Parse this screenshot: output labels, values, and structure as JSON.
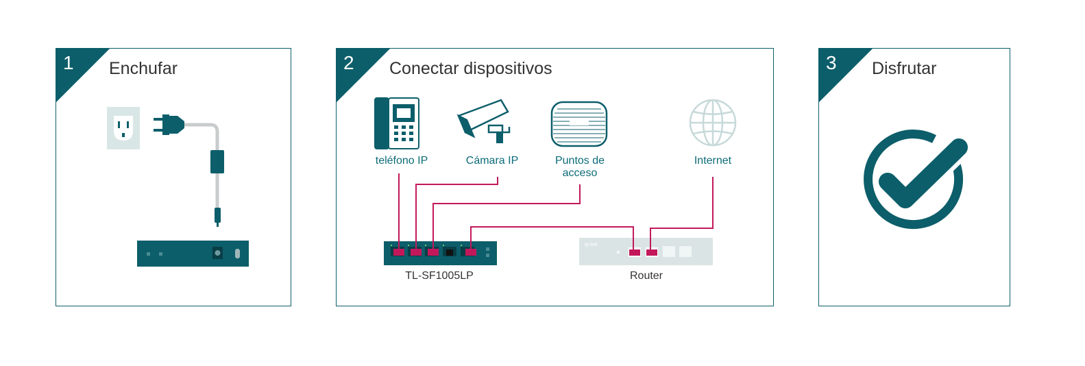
{
  "steps": [
    {
      "number": "1",
      "title": "Enchufar"
    },
    {
      "number": "2",
      "title": "Conectar dispositivos"
    },
    {
      "number": "3",
      "title": "Disfrutar"
    }
  ],
  "devices": {
    "phone": "teléfono IP",
    "camera": "Cámara IP",
    "access_point": "Puntos de acceso",
    "internet": "Internet",
    "switch": "TL-SF1005LP",
    "router": "Router",
    "router_logo": "tp-link"
  },
  "icons": {
    "step1": [
      "wall-outlet-icon",
      "power-plug-icon",
      "switch-device-icon"
    ],
    "step2": [
      "ip-phone-icon",
      "ip-camera-icon",
      "access-point-icon",
      "globe-icon",
      "switch-device-icon",
      "router-device-icon"
    ],
    "step3": [
      "checkmark-circle-icon"
    ]
  },
  "colors": {
    "teal": "#0c5e6a",
    "teal_light": "#0c6b78",
    "magenta": "#c2185b",
    "outlet": "#d9e6e6",
    "cable": "#c8cccc",
    "router_body": "#dbe4e4"
  }
}
